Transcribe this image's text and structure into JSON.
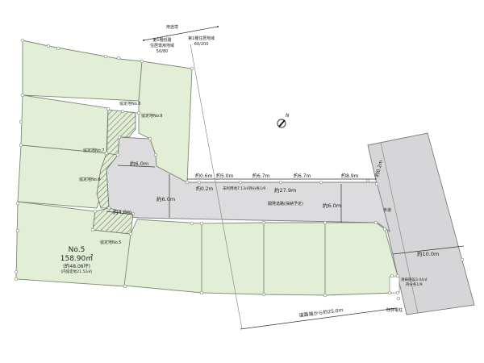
{
  "zoning": {
    "boundary_label": "用途境",
    "zone_left_line1": "第1種低層",
    "zone_left_line2": "住居専用地域",
    "zone_left_ratio": "50/80",
    "zone_right_line1": "第1種住居地域",
    "zone_right_ratio": "60/200"
  },
  "setback_labels": {
    "no8": "協定地No.8",
    "no9": "協定地No.9",
    "no7": "協定地No.7",
    "no6": "協定地No.6",
    "no5": "協定地No.5"
  },
  "lot": {
    "number": "No.5",
    "area": "158.90㎡",
    "tsubo": "(約48.06坪)",
    "setback_note": "(内協定地21.52㎡)"
  },
  "dimensions": {
    "d_6_0_top": "約6.0m",
    "d_4_0": "約4.0m",
    "d_6_0_left": "約6.0m",
    "d_0_6": "約0.6m",
    "d_0_2_left": "約0.2m",
    "d_5_0": "約5.0m",
    "d_6_7_a": "約6.7m",
    "d_6_7_b": "約6.7m",
    "d_8_9": "約8.9m",
    "d_27_9": "約27.9m",
    "d_6_0_right": "約6.0m",
    "d_0_2_right": "約0.2m",
    "d_10_0": "約10.0m",
    "d_25_0": "道路端から約25.0m"
  },
  "road": {
    "dev_road_label": "開発道路(採納予定)",
    "unused_land": "未利用地7.13㎡持分各1/9",
    "sidewalk_label": "歩道",
    "garbage_line1": "清掃施設3.44㎡",
    "garbage_line2": "持分各1/9",
    "utility_pole": "既存電柱"
  },
  "compass": {
    "north_label": "N"
  },
  "colors": {
    "lot_fill": "#e2efd6",
    "road_fill": "#dcdcde",
    "highlight_stroke": "#7d8a73"
  }
}
